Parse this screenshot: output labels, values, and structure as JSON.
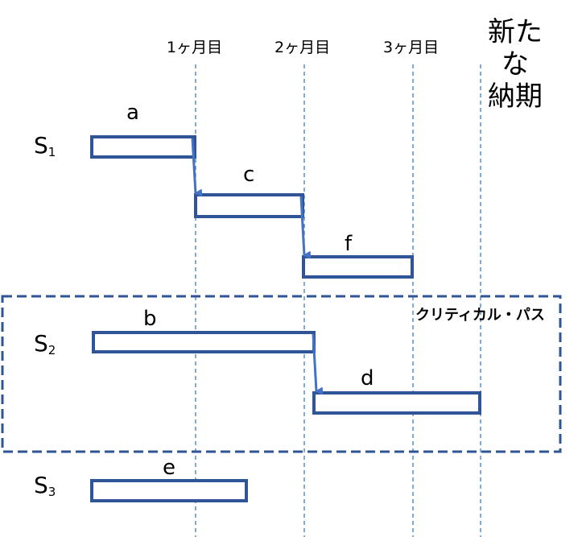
{
  "timeline": {
    "month1": "1ヶ月目",
    "month2": "2ヶ月目",
    "month3": "3ヶ月目",
    "new_deadline_line1": "新たな",
    "new_deadline_line2": "納期"
  },
  "schedules": [
    {
      "base": "S",
      "sub": "1"
    },
    {
      "base": "S",
      "sub": "2"
    },
    {
      "base": "S",
      "sub": "3"
    }
  ],
  "tasks": {
    "a": "a",
    "b": "b",
    "c": "c",
    "d": "d",
    "e": "e",
    "f": "f"
  },
  "critical_path": {
    "label": "クリティカル・パス"
  },
  "colors": {
    "bar_border": "#2f5597",
    "arrow": "#4472c4",
    "grid_line": "#2e75b6",
    "critical_box": "#2f5597"
  }
}
